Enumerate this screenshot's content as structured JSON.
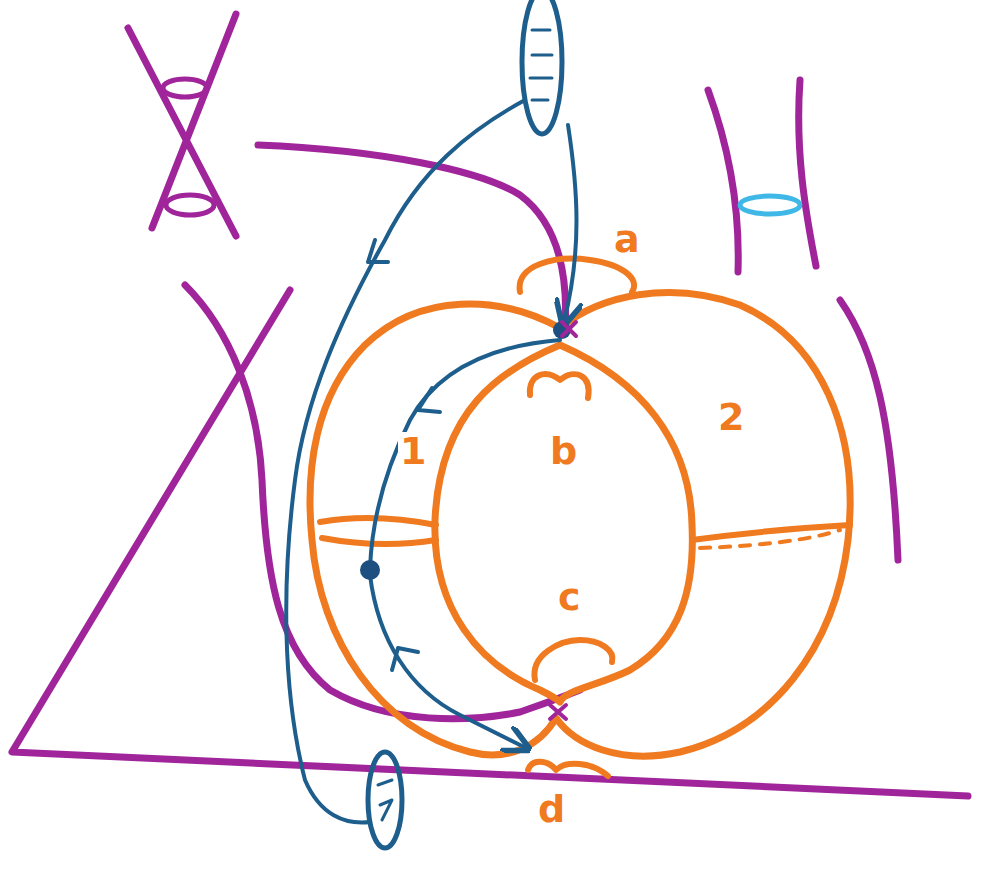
{
  "diagram": {
    "labels": [
      "a",
      "1",
      "b",
      "2",
      "c",
      "d"
    ]
  }
}
